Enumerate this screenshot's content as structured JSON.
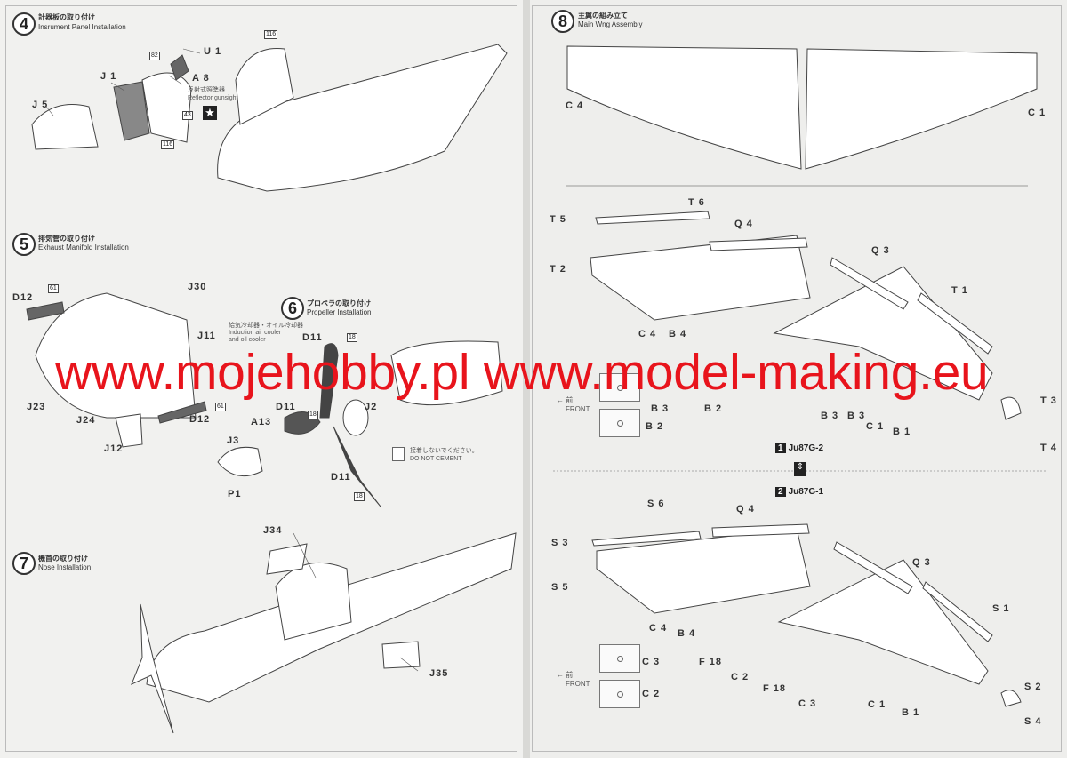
{
  "watermark": "www.mojehobby.pl www.model-making.eu",
  "left_page": {
    "step4": {
      "number": "4",
      "title_jp": "計器板の取り付け",
      "title_en": "Insrument Panel Installation",
      "parts": [
        "U 1",
        "A 8",
        "J 1",
        "J 5"
      ],
      "note_jp": "反射式照準器",
      "note_en": "Reflector gunsight",
      "callouts": [
        "82",
        "43",
        "116",
        "116"
      ]
    },
    "step5": {
      "number": "5",
      "title_jp": "排気管の取り付け",
      "title_en": "Exhaust Manifold Installation",
      "parts": [
        "D12",
        "J30",
        "J11",
        "J23",
        "J24",
        "J12",
        "D12",
        "D11"
      ],
      "note_jp": "給気冷却器・オイル冷却器",
      "note_en1": "Induction air cooler",
      "note_en2": "and oil cooler",
      "callouts": [
        "61",
        "61"
      ]
    },
    "step6": {
      "number": "6",
      "title_jp": "プロペラの取り付け",
      "title_en": "Propeller Installation",
      "parts": [
        "D11",
        "A13",
        "J3",
        "P1",
        "D11",
        "J2"
      ],
      "callouts": [
        "18",
        "18",
        "18"
      ],
      "note_jp": "接着しないでください。",
      "note_en": "DO NOT CEMENT"
    },
    "step7": {
      "number": "7",
      "title_jp": "機首の取り付け",
      "title_en": "Nose Installation",
      "parts": [
        "J34",
        "J35"
      ]
    }
  },
  "right_page": {
    "step8": {
      "number": "8",
      "title_jp": "主翼の組み立て",
      "title_en": "Main Wng Assembly",
      "parts": [
        "C 4",
        "C 1"
      ]
    },
    "variant1": {
      "badge": "1",
      "label": "Ju87G-2",
      "parts": [
        "T 6",
        "T 5",
        "T 2",
        "Q 4",
        "Q 3",
        "T 1",
        "C 4",
        "B 4",
        "B 2",
        "B 3",
        "B 3",
        "B 2",
        "B 3",
        "C 1",
        "B 1",
        "T 3",
        "T 4"
      ],
      "front_jp": "前",
      "front_en": "FRONT"
    },
    "variant2": {
      "badge": "2",
      "label": "Ju87G-1",
      "parts": [
        "S 6",
        "Q 4",
        "S 3",
        "S 5",
        "Q 3",
        "S 1",
        "C 4",
        "B 4",
        "C 3",
        "C 2",
        "F 18",
        "C 2",
        "F 18",
        "C 3",
        "C 1",
        "B 1",
        "S 2",
        "S 4"
      ],
      "front_jp": "前",
      "front_en": "FRONT"
    }
  }
}
